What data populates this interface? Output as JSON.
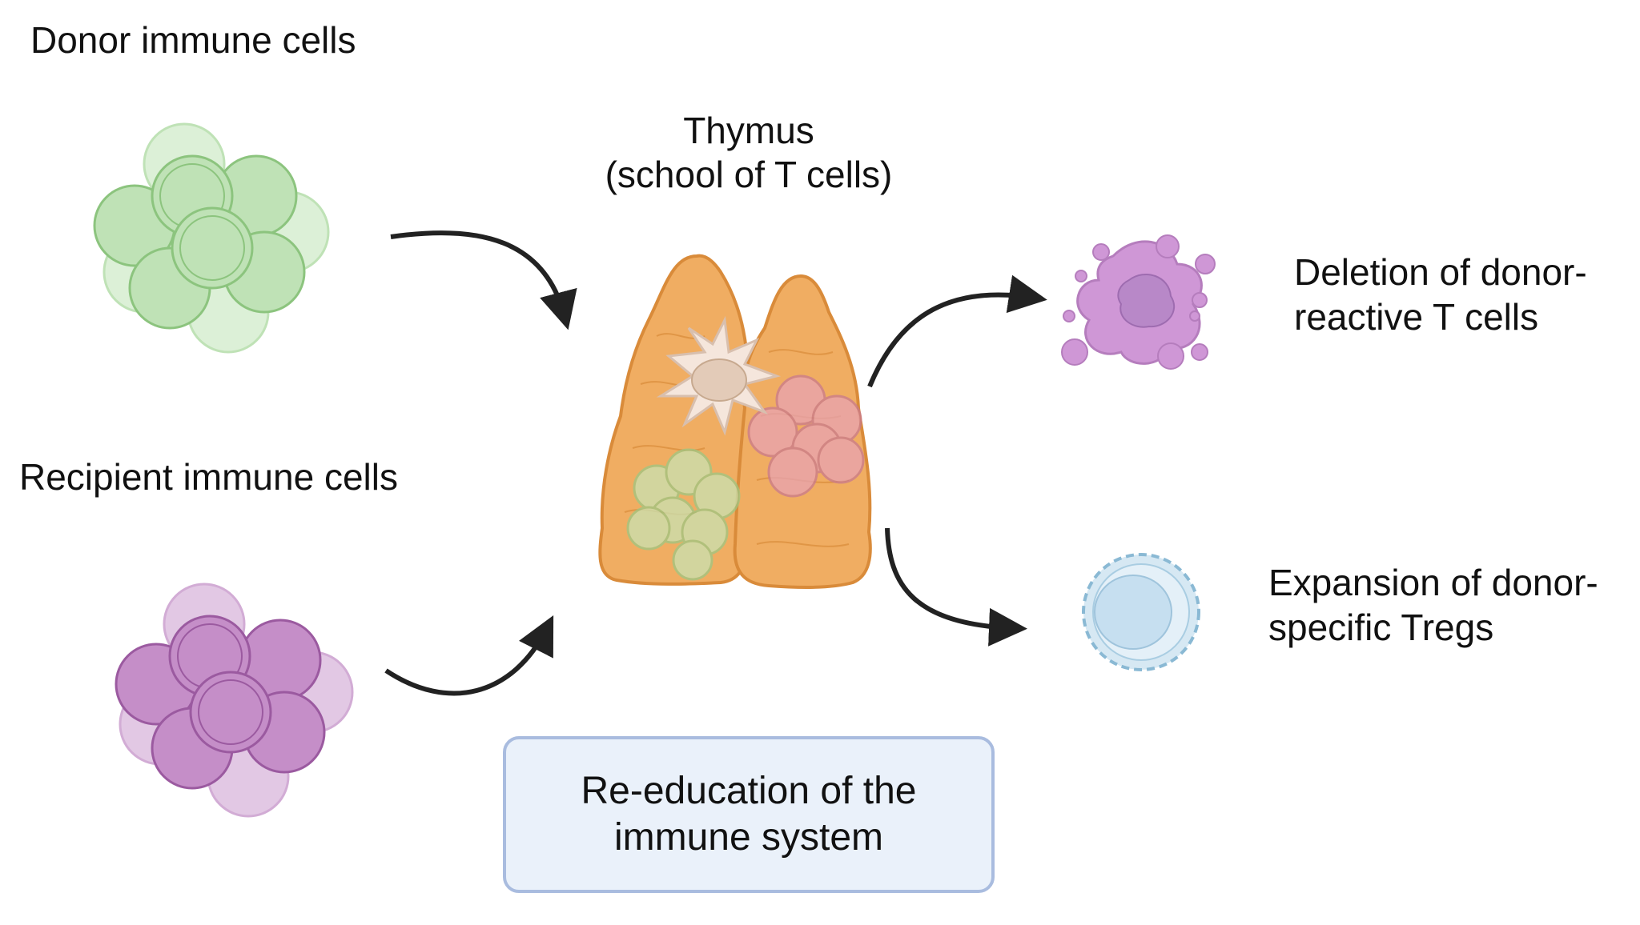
{
  "labels": {
    "donor": "Donor immune cells",
    "recipient": "Recipient immune cells",
    "thymus_title": "Thymus",
    "thymus_subtitle": "(school of T cells)",
    "deletion_line1": "Deletion of donor-",
    "deletion_line2": "reactive T cells",
    "expansion_line1": "Expansion of donor-",
    "expansion_line2": "specific Tregs",
    "reeducation": "Re-education of the\nimmune system"
  },
  "colors": {
    "donor_cell": "#b9dfb1",
    "recipient_cell": "#b87ab8",
    "thymus": "#f0ad62",
    "thymus_outline": "#d98b3a",
    "apoptotic_cell": "#cf97d6",
    "treg": "#d6e8f3",
    "arrow": "#222222",
    "box_fill": "#eaf1fa",
    "box_border": "#a9bcdf"
  }
}
